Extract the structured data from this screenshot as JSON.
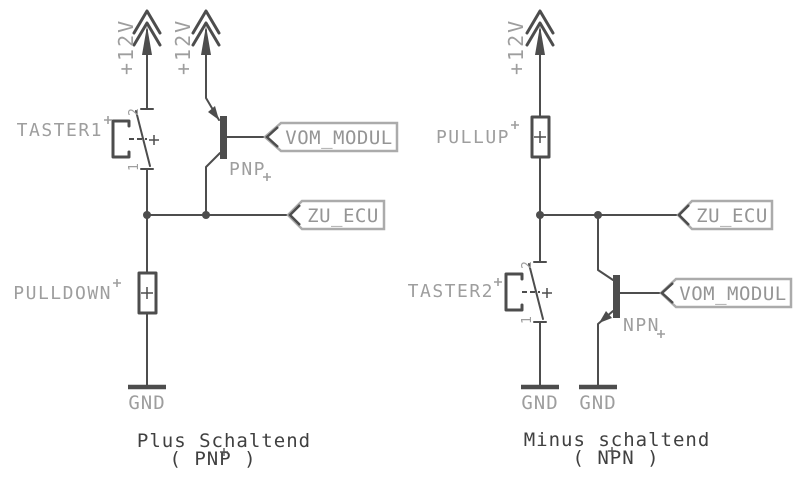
{
  "schematic": {
    "supply_label": "+12V",
    "ground_label": "GND",
    "left_circuit": {
      "button_name": "TASTER1",
      "button_pin_top": "2",
      "button_pin_bottom": "1",
      "transistor_name": "PNP",
      "resistor_name": "PULLDOWN",
      "net_flag_module": "VOM_MODUL",
      "net_flag_ecu": "ZU_ECU",
      "caption_line1": "Plus Schaltend",
      "caption_line2": "( PNP )"
    },
    "right_circuit": {
      "button_name": "TASTER2",
      "button_pin_top": "2",
      "button_pin_bottom": "1",
      "transistor_name": "NPN",
      "resistor_name": "PULLUP",
      "net_flag_module": "VOM_MODUL",
      "net_flag_ecu": "ZU_ECU",
      "caption_line1": "Minus schaltend",
      "caption_line2": "( NPN )"
    },
    "colors": {
      "wire": "#4d4d4d",
      "label": "#9e9e9e",
      "flag_outline": "#ababab",
      "flag_text": "#959595",
      "caption": "#404040",
      "background": "#ffffff"
    }
  }
}
